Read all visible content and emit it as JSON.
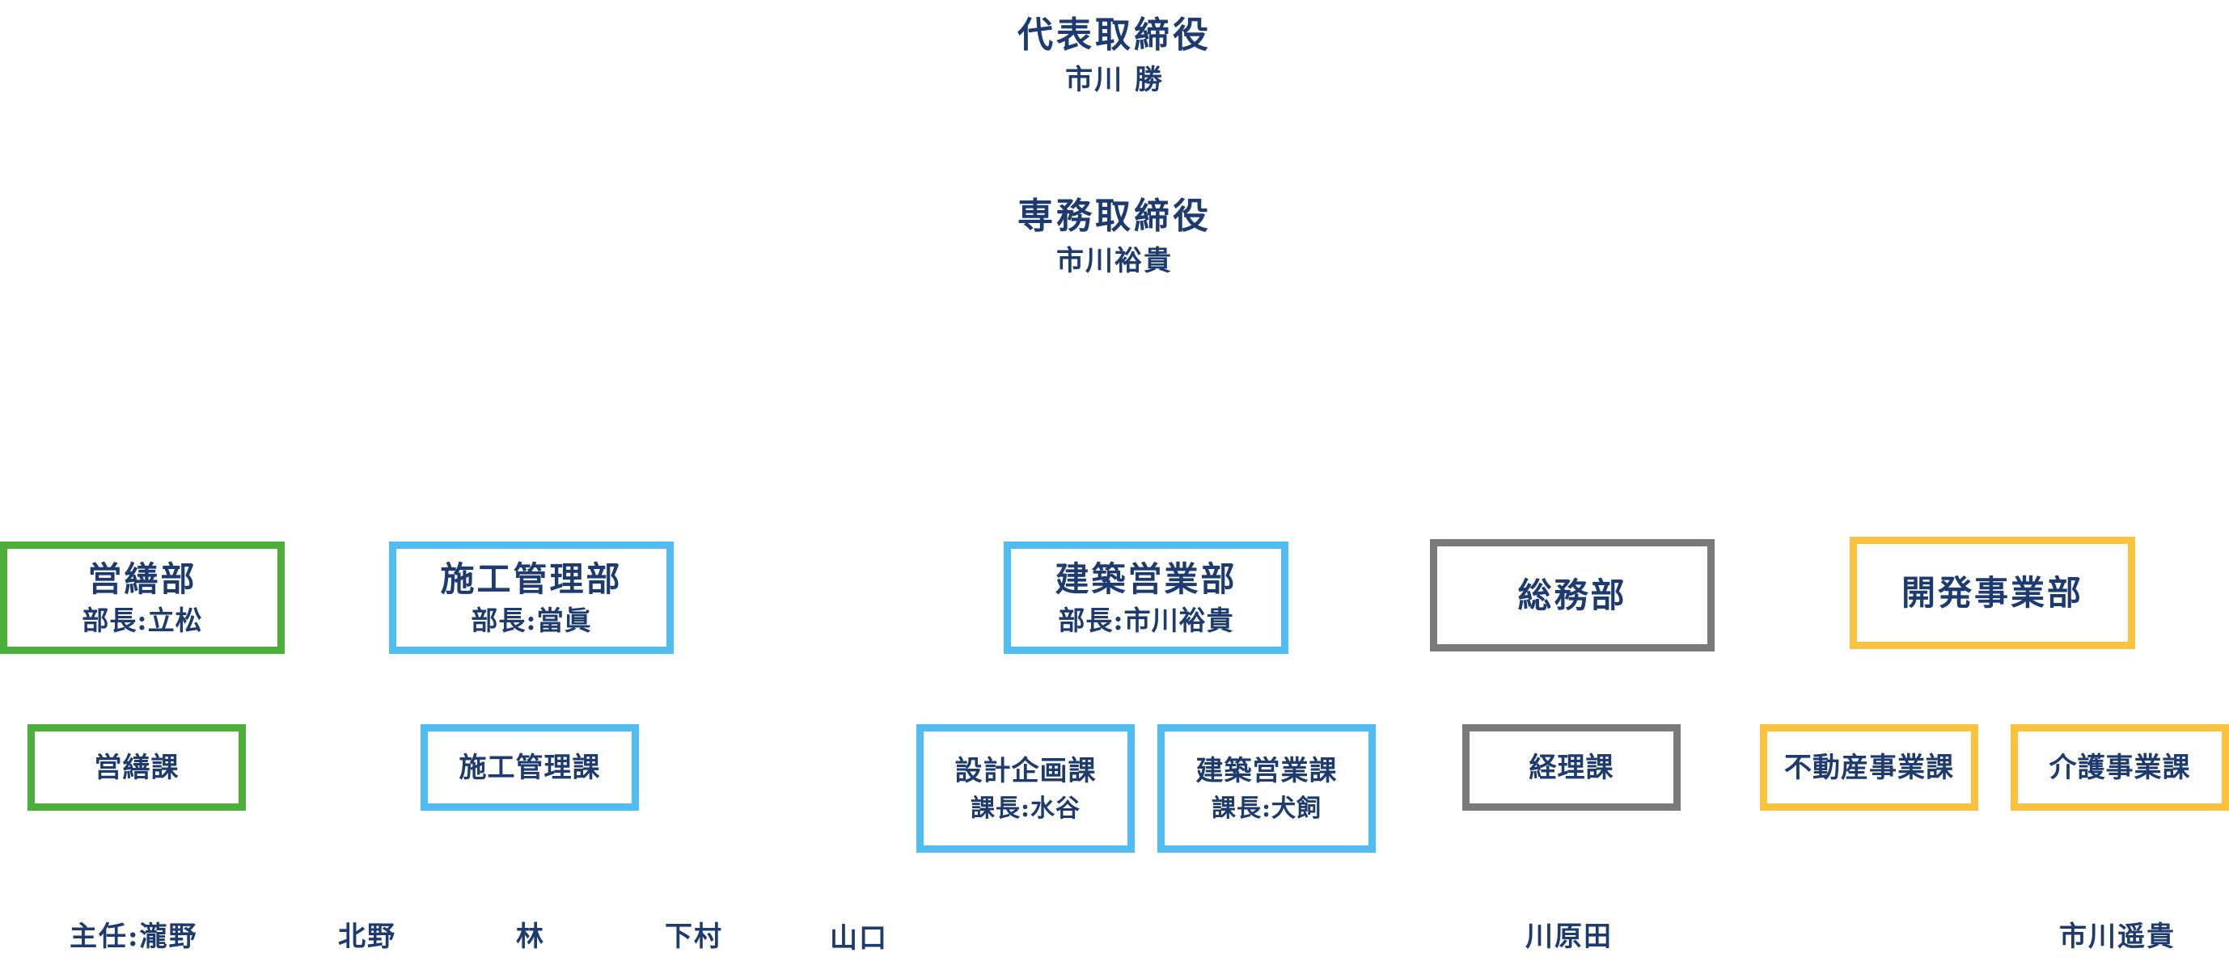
{
  "executives": {
    "president": {
      "role": "代表取締役",
      "name": "市川 勝"
    },
    "managing_director": {
      "role": "専務取締役",
      "name": "市川裕貴"
    }
  },
  "colors": {
    "green": "#4caf3a",
    "blue": "#4fbdf2",
    "gray": "#7a7a7a",
    "yellow": "#fbc33d",
    "text": "#1d3b6e"
  },
  "departments": {
    "eizen": {
      "title": "営繕部",
      "head": "部長:立松"
    },
    "sekou": {
      "title": "施工管理部",
      "head": "部長:當眞"
    },
    "kenchiku": {
      "title": "建築営業部",
      "head": "部長:市川裕貴"
    },
    "soumu": {
      "title": "総務部"
    },
    "kaihatsu": {
      "title": "開発事業部"
    }
  },
  "sections": {
    "eizen_ka": {
      "title": "営繕課"
    },
    "sekou_ka": {
      "title": "施工管理課"
    },
    "sekkei_ka": {
      "title": "設計企画課",
      "head": "課長:水谷"
    },
    "kenchiku_ka": {
      "title": "建築営業課",
      "head": "課長:犬飼"
    },
    "keiri_ka": {
      "title": "経理課"
    },
    "fudousan_ka": {
      "title": "不動産事業課"
    },
    "kaigo_ka": {
      "title": "介護事業課"
    }
  },
  "staff": {
    "takino": "主任:瀧野",
    "kitano": "北野",
    "hayashi": "林",
    "shimomura": "下村",
    "yamaguchi": "山口",
    "kawaharada": "川原田",
    "ichikawa_hiroki": "市川遥貴"
  }
}
